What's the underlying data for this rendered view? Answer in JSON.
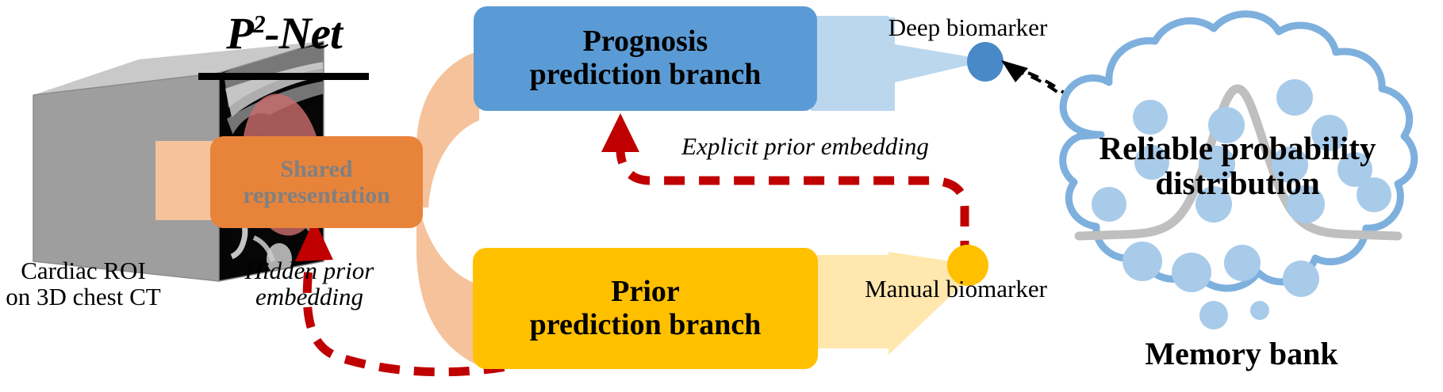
{
  "diagram": {
    "title": "P2-Net",
    "title_base": "P",
    "title_sup": "2",
    "title_suffix": "-Net",
    "input": {
      "caption": "Cardiac ROI\non 3D chest CT",
      "caption_line1": "Cardiac ROI",
      "caption_line2": "on 3D chest CT",
      "icon": "ct-volume-cube"
    },
    "nodes": {
      "shared": {
        "label": "Shared\nrepresentation",
        "line1": "Shared",
        "line2": "representation",
        "fill": "#E8833A",
        "text_color": "#808080"
      },
      "prognosis": {
        "label": "Prognosis\nprediction branch",
        "line1": "Prognosis",
        "line2": "prediction branch",
        "fill": "#5B9BD5",
        "text_color": "#000000"
      },
      "prior": {
        "label": "Prior\nprediction branch",
        "line1": "Prior",
        "line2": "prediction branch",
        "fill": "#FFC000",
        "text_color": "#000000"
      }
    },
    "markers": {
      "deep_biomarker": {
        "label": "Deep biomarker",
        "dot_color": "#4A89C8"
      },
      "manual_biomarker": {
        "label": "Manual biomarker",
        "dot_color": "#FFC000"
      }
    },
    "edges": {
      "explicit": {
        "label": "Explicit prior embedding",
        "color": "#C00000",
        "style": "dashed"
      },
      "hidden": {
        "label": "Hidden prior embedding",
        "line1": "Hidden prior",
        "line2": "embedding",
        "color": "#C00000",
        "style": "dashed"
      },
      "memory_exchange": {
        "color": "#000000",
        "style": "dashed-bidirectional"
      }
    },
    "memory_bank": {
      "cloud_label": "Reliable probability\ndistribution",
      "cloud_line1": "Reliable probability",
      "cloud_line2": "distribution",
      "caption": "Memory bank",
      "outline_color": "#7EB0DE",
      "dot_color": "#A8CBEA",
      "curve_color": "#BFBFBF",
      "dot_count": 18
    },
    "palette": {
      "orange": "#E8833A",
      "orange_light": "#F5C29B",
      "blue": "#5B9BD5",
      "blue_light": "#BBD7EE",
      "yellow": "#FFC000",
      "yellow_light": "#FFE599",
      "red": "#C00000",
      "gray": "#808080"
    }
  }
}
